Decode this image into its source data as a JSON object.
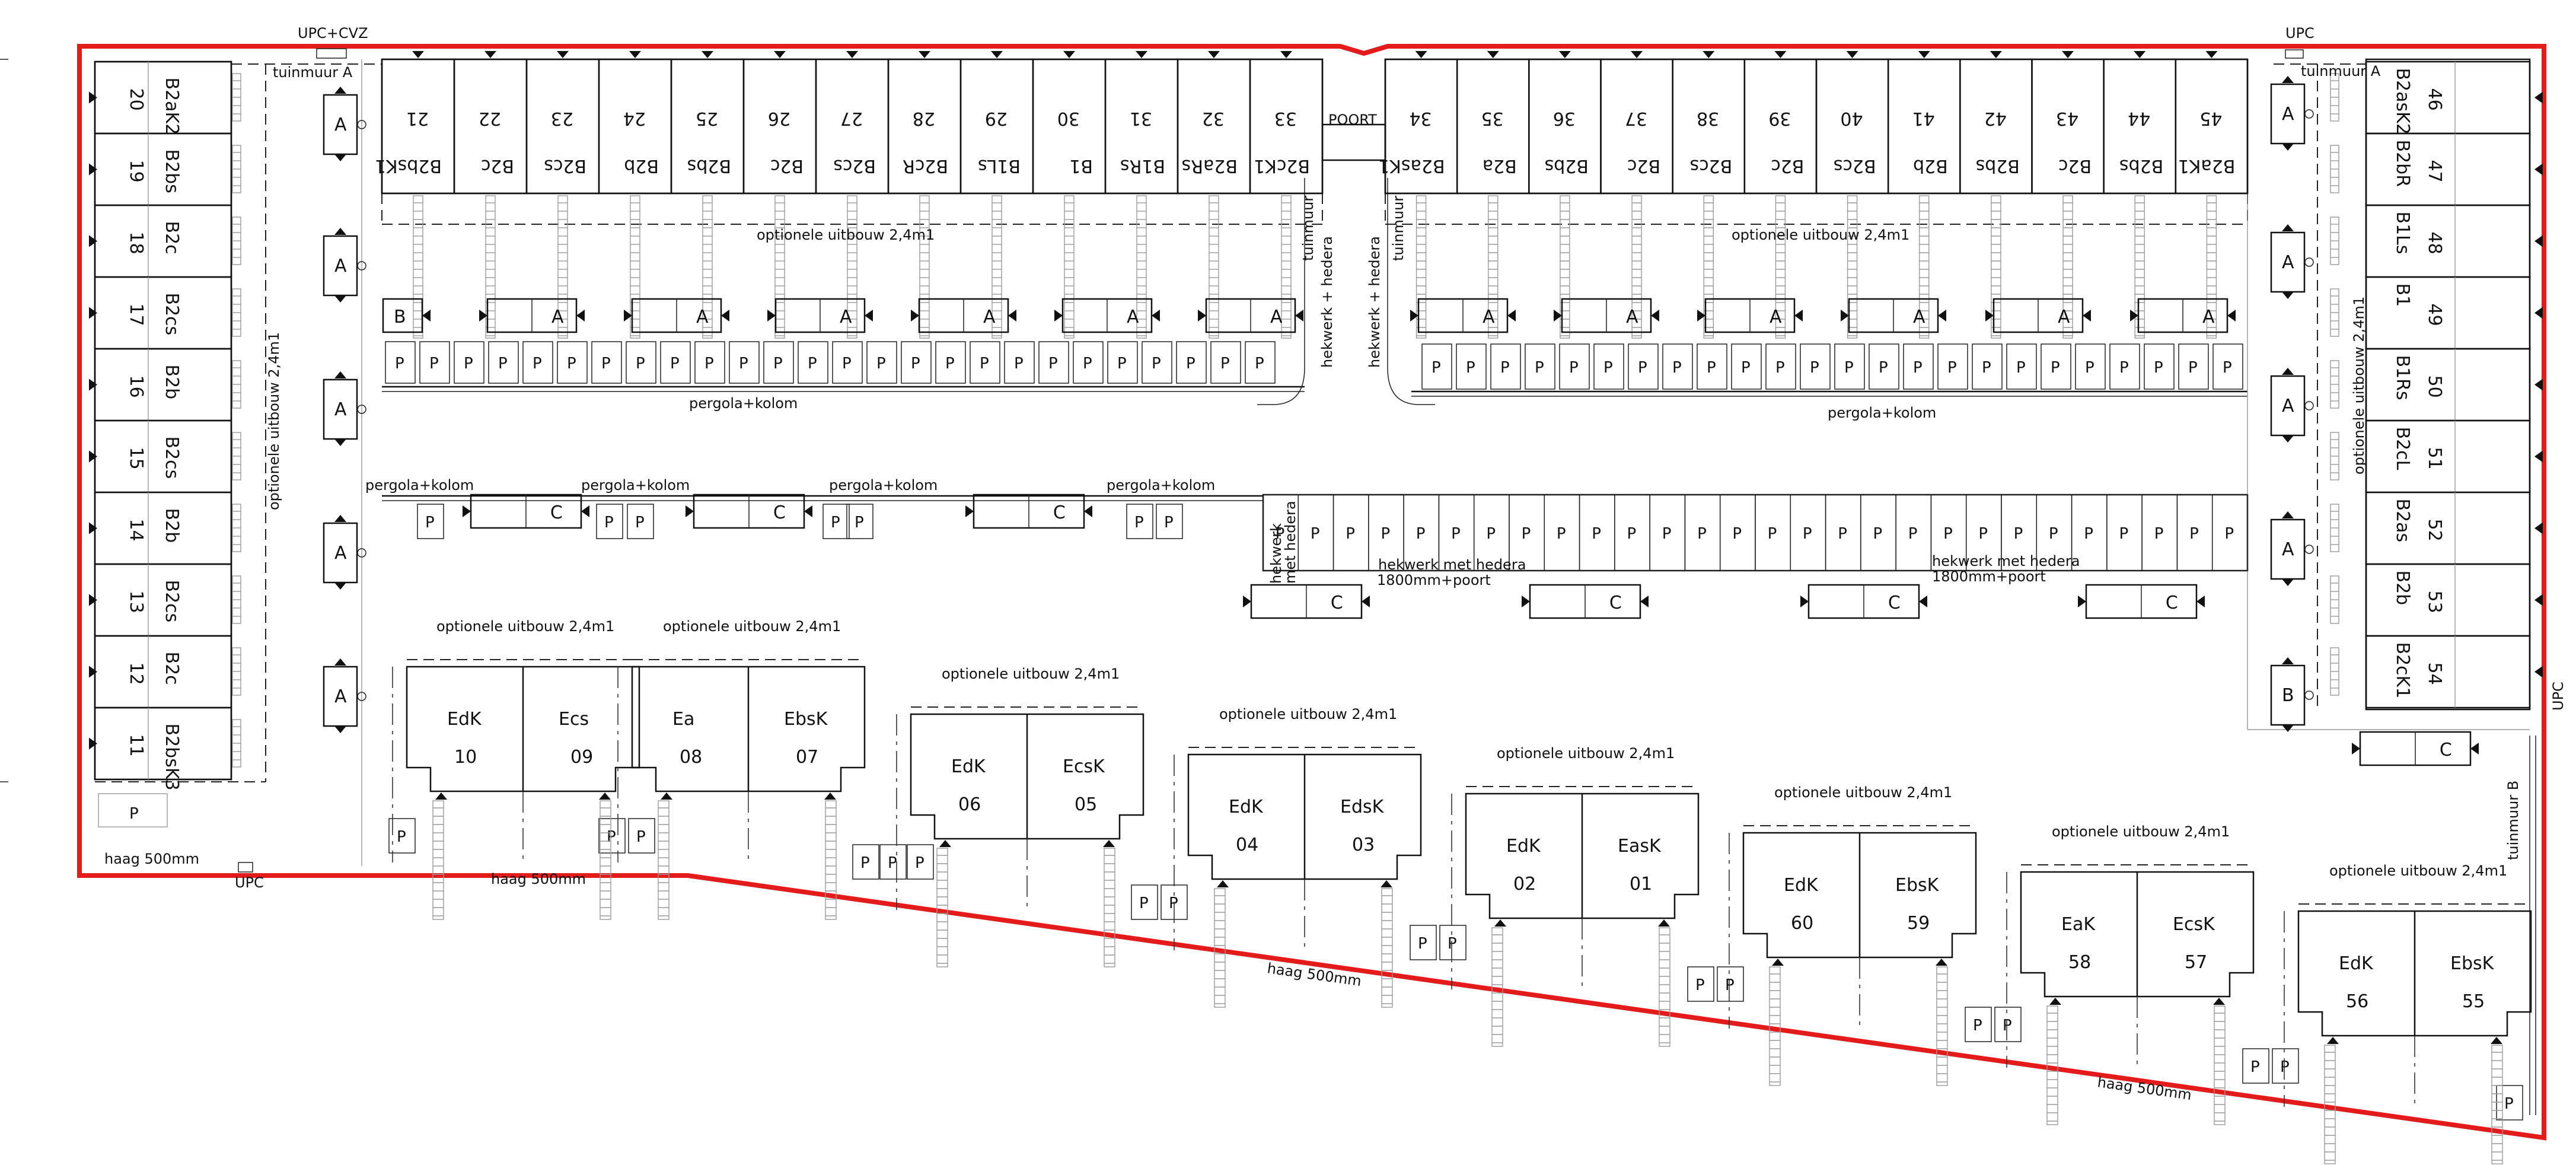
{
  "labels": {
    "upc_cvz": "UPC+CVZ",
    "upc": "UPC",
    "tuinmuur_a": "tuinmuur A",
    "tuinmuur_b": "tuinmuur B",
    "tuinmuur": "tuinmuur",
    "poort": "POORT",
    "optionele_uitbouw": "optionele uitbouw 2,4m1",
    "pergola_kolom": "pergola+kolom",
    "hekwerk_hedera": "hekwerk + hedera",
    "hekwerk_met_hedera": "hekwerk met hedera",
    "poort_1800": "1800mm+poort",
    "hekwerk": "hekwerk",
    "met_hedera": "met hedera",
    "haag": "haag 500mm",
    "parking": "P",
    "shed_a": "A",
    "shed_b": "B",
    "shed_c": "C"
  },
  "left_row": [
    {
      "num": "20",
      "code": "B2aK2"
    },
    {
      "num": "19",
      "code": "B2bs"
    },
    {
      "num": "18",
      "code": "B2c"
    },
    {
      "num": "17",
      "code": "B2cs"
    },
    {
      "num": "16",
      "code": "B2b"
    },
    {
      "num": "15",
      "code": "B2cs"
    },
    {
      "num": "14",
      "code": "B2b"
    },
    {
      "num": "13",
      "code": "B2cs"
    },
    {
      "num": "12",
      "code": "B2c"
    },
    {
      "num": "11",
      "code": "B2bsK3"
    }
  ],
  "top_left_row": [
    {
      "num": "21",
      "code": "B2bsK1"
    },
    {
      "num": "22",
      "code": "B2c"
    },
    {
      "num": "23",
      "code": "B2cs"
    },
    {
      "num": "24",
      "code": "B2b"
    },
    {
      "num": "25",
      "code": "B2bs"
    },
    {
      "num": "26",
      "code": "B2c"
    },
    {
      "num": "27",
      "code": "B2cs"
    },
    {
      "num": "28",
      "code": "B2cR"
    },
    {
      "num": "29",
      "code": "B1Ls"
    },
    {
      "num": "30",
      "code": "B1"
    },
    {
      "num": "31",
      "code": "B1Rs"
    },
    {
      "num": "32",
      "code": "B2aRs"
    },
    {
      "num": "33",
      "code": "B2cK1"
    }
  ],
  "top_right_row": [
    {
      "num": "34",
      "code": "B2asK1"
    },
    {
      "num": "35",
      "code": "B2a"
    },
    {
      "num": "36",
      "code": "B2bs"
    },
    {
      "num": "37",
      "code": "B2c"
    },
    {
      "num": "38",
      "code": "B2cs"
    },
    {
      "num": "39",
      "code": "B2c"
    },
    {
      "num": "40",
      "code": "B2cs"
    },
    {
      "num": "41",
      "code": "B2b"
    },
    {
      "num": "42",
      "code": "B2bs"
    },
    {
      "num": "43",
      "code": "B2c"
    },
    {
      "num": "44",
      "code": "B2bs"
    },
    {
      "num": "45",
      "code": "B2aK1"
    }
  ],
  "right_row": [
    {
      "num": "46",
      "code": "B2asK2"
    },
    {
      "num": "47",
      "code": "B2bR"
    },
    {
      "num": "48",
      "code": "B1Ls"
    },
    {
      "num": "49",
      "code": "B1"
    },
    {
      "num": "50",
      "code": "B1Rs"
    },
    {
      "num": "51",
      "code": "B2cL"
    },
    {
      "num": "52",
      "code": "B2as"
    },
    {
      "num": "53",
      "code": "B2b"
    },
    {
      "num": "54",
      "code": "B2cK1"
    }
  ],
  "semi_detached": [
    {
      "a_code": "EdK",
      "a_num": "10",
      "b_code": "Ecs",
      "b_num": "09"
    },
    {
      "a_code": "Ea",
      "a_num": "08",
      "b_code": "EbsK",
      "b_num": "07"
    },
    {
      "a_code": "EdK",
      "a_num": "06",
      "b_code": "EcsK",
      "b_num": "05"
    },
    {
      "a_code": "EdK",
      "a_num": "04",
      "b_code": "EdsK",
      "b_num": "03"
    },
    {
      "a_code": "EdK",
      "a_num": "02",
      "b_code": "EasK",
      "b_num": "01"
    },
    {
      "a_code": "EdK",
      "a_num": "60",
      "b_code": "EbsK",
      "b_num": "59"
    },
    {
      "a_code": "EaK",
      "a_num": "58",
      "b_code": "EcsK",
      "b_num": "57"
    },
    {
      "a_code": "EdK",
      "a_num": "56",
      "b_code": "EbsK",
      "b_num": "55"
    }
  ],
  "colors": {
    "boundary": "#e41b1b",
    "line": "#111111",
    "faint": "#999999"
  }
}
